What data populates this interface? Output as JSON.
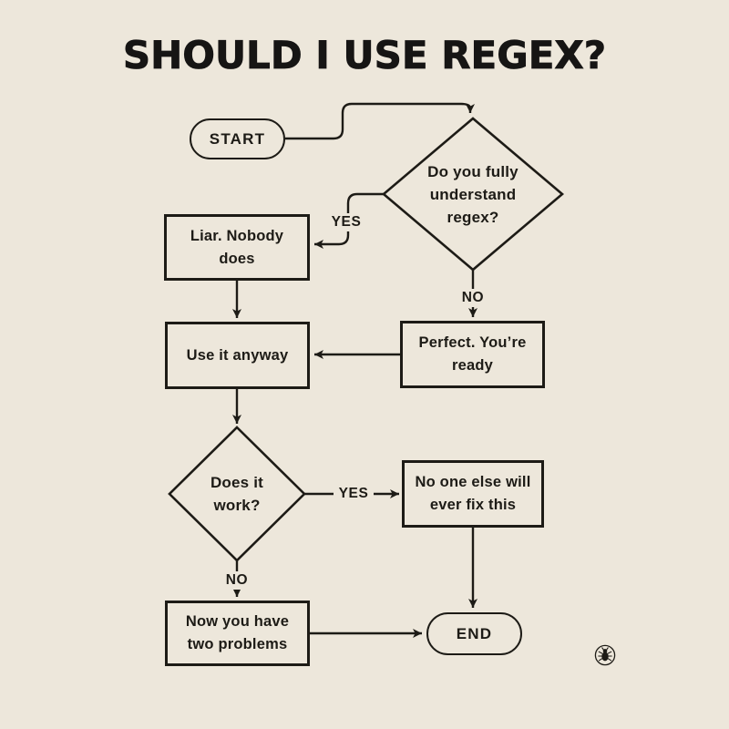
{
  "title": "SHOULD I USE REGEX?",
  "colors": {
    "background": "#EDE7DB",
    "ink": "#1D1B16"
  },
  "nodes": {
    "start": {
      "type": "terminator",
      "label": "START"
    },
    "understand": {
      "type": "decision",
      "label": "Do you fully\nunderstand\nregex?"
    },
    "liar": {
      "type": "process",
      "label": "Liar. Nobody\ndoes"
    },
    "perfect": {
      "type": "process",
      "label": "Perfect. You’re\nready"
    },
    "use_anyway": {
      "type": "process",
      "label": "Use it anyway"
    },
    "work": {
      "type": "decision",
      "label": "Does it\nwork?"
    },
    "no_one_fix": {
      "type": "process",
      "label": "No one else will\never fix this"
    },
    "two_problems": {
      "type": "process",
      "label": "Now you have\ntwo problems"
    },
    "end": {
      "type": "terminator",
      "label": "END"
    }
  },
  "edges": {
    "understand_yes": {
      "label": "YES"
    },
    "understand_no": {
      "label": "NO"
    },
    "work_yes": {
      "label": "YES"
    },
    "work_no": {
      "label": "NO"
    }
  },
  "watermark": {
    "icon": "bug-icon"
  }
}
